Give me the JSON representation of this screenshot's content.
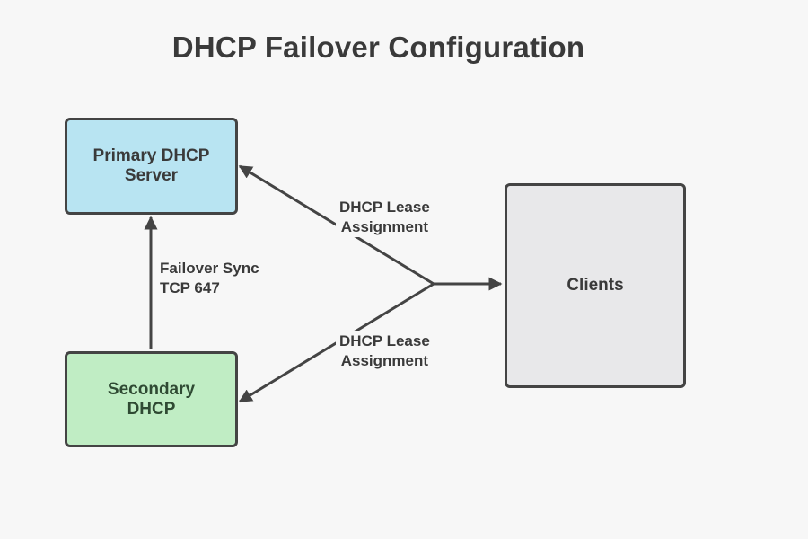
{
  "title": "DHCP Failover Configuration",
  "nodes": {
    "primary": {
      "line1": "Primary DHCP",
      "line2": "Server",
      "fill": "#b8e4f2"
    },
    "secondary": {
      "line1": "Secondary",
      "line2": "DHCP",
      "fill": "#c0edc4"
    },
    "clients": {
      "label": "Clients",
      "fill": "#e8e8ea"
    }
  },
  "edges": {
    "upper": {
      "line1": "DHCP Lease",
      "line2": "Assignment",
      "from": "junction",
      "to": "primary"
    },
    "lower": {
      "line1": "DHCP Lease",
      "line2": "Assignment",
      "from": "junction",
      "to": "secondary"
    },
    "sync": {
      "line1": "Failover Sync",
      "line2": "TCP 647",
      "from": "secondary",
      "to": "primary"
    },
    "clients": {
      "from": "junction",
      "to": "clients"
    }
  },
  "colors": {
    "stroke": "#444444",
    "text": "#3a3a3a",
    "background": "#f7f7f7"
  }
}
